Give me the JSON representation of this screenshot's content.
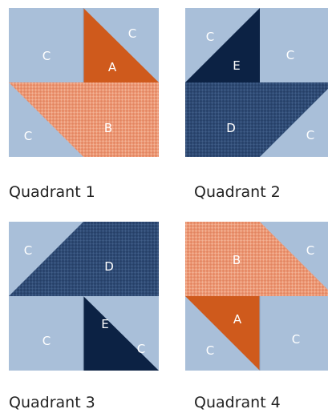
{
  "colors": {
    "light_blue": "#a9bfd9",
    "orange_triangle": "#cf5a1c",
    "orange_textured": "#ec9470",
    "navy_dark": "#0c2244",
    "navy_textured": "#2c4872",
    "label_text": "#ffffff",
    "caption_text": "#222222"
  },
  "quadrants": [
    {
      "caption": "Quadrant 1",
      "labels": {
        "c1": "C",
        "c2": "C",
        "c3": "C",
        "a": "A",
        "b": "B"
      }
    },
    {
      "caption": "Quadrant 2",
      "labels": {
        "c1": "C",
        "c2": "C",
        "c3": "C",
        "e": "E",
        "d": "D"
      }
    },
    {
      "caption": "Quadrant 3",
      "labels": {
        "c1": "C",
        "c2": "C",
        "c3": "C",
        "d": "D",
        "e": "E"
      }
    },
    {
      "caption": "Quadrant 4",
      "labels": {
        "b": "B",
        "c1": "C",
        "c2": "C",
        "c3": "C",
        "a": "A"
      }
    }
  ]
}
